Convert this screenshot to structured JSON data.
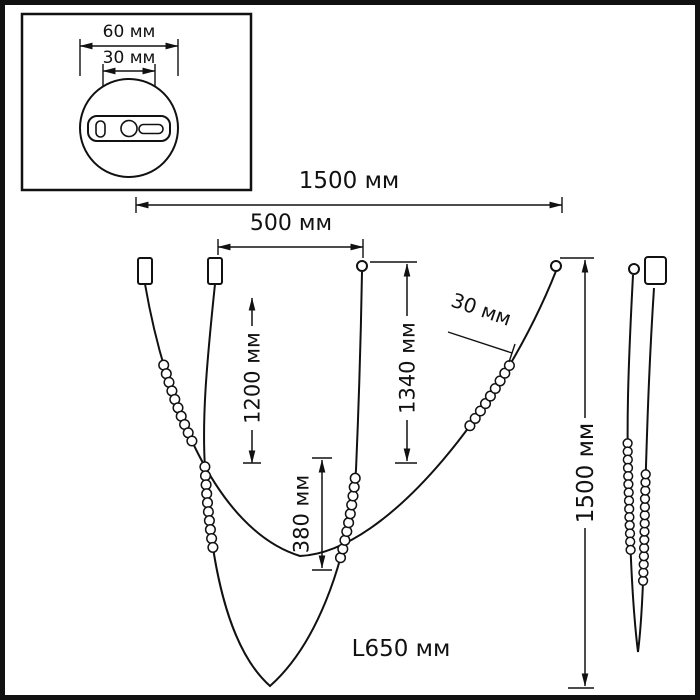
{
  "colors": {
    "ink": "#111111",
    "background": "#ffffff"
  },
  "inset": {
    "dim_canopy_width": "60 мм",
    "dim_mount_spacing": "30 мм"
  },
  "dims": {
    "total_width": "1500 мм",
    "inner_spacing": "500 мм",
    "drop_left": "1200 мм",
    "drop_middle": "1340 мм",
    "bead_diameter": "30 мм",
    "total_height": "1500 мм",
    "sag_depth": "380 мм",
    "cord_length": "L650 мм"
  }
}
